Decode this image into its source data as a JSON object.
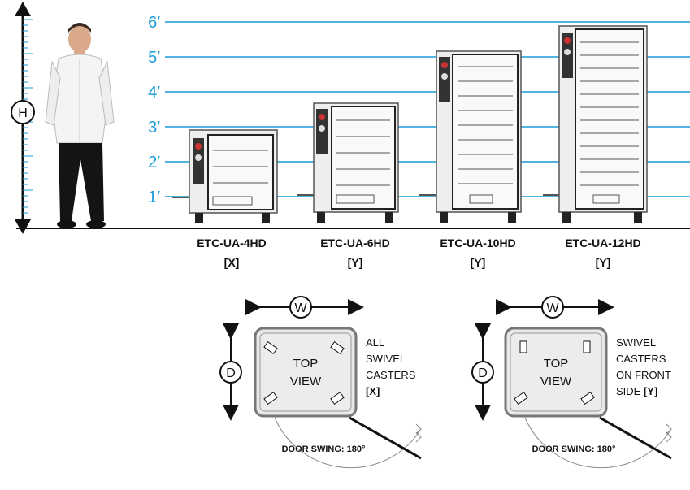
{
  "scale": {
    "height_marker": "H",
    "feet": [
      {
        "label": "1′",
        "value": 1
      },
      {
        "label": "2′",
        "value": 2
      },
      {
        "label": "3′",
        "value": 3
      },
      {
        "label": "4′",
        "value": 4
      },
      {
        "label": "5′",
        "value": 5
      },
      {
        "label": "6′",
        "value": 6
      }
    ],
    "line_color": "#1a9cd8"
  },
  "models": [
    {
      "name": "ETC-UA-4HD",
      "caster": "[X]"
    },
    {
      "name": "ETC-UA-6HD",
      "caster": "[Y]"
    },
    {
      "name": "ETC-UA-10HD",
      "caster": "[Y]"
    },
    {
      "name": "ETC-UA-12HD",
      "caster": "[Y]"
    }
  ],
  "top_views": [
    {
      "width_marker": "W",
      "depth_marker": "D",
      "label_line1": "TOP",
      "label_line2": "VIEW",
      "caster_note": [
        "ALL",
        "SWIVEL",
        "CASTERS"
      ],
      "caster_tag": "[X]",
      "door_swing": "DOOR SWING: 180°"
    },
    {
      "width_marker": "W",
      "depth_marker": "D",
      "label_line1": "TOP",
      "label_line2": "VIEW",
      "caster_note": [
        "SWIVEL",
        "CASTERS",
        "ON FRONT"
      ],
      "caster_note_last": "SIDE",
      "caster_tag": "[Y]",
      "door_swing": "DOOR SWING: 180°"
    }
  ]
}
